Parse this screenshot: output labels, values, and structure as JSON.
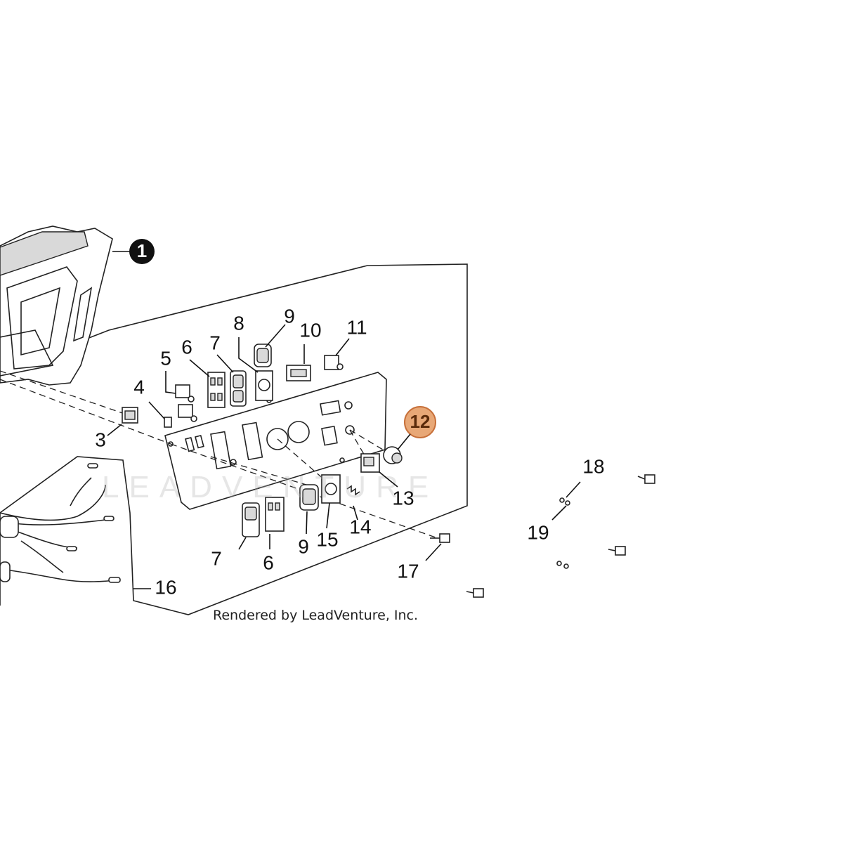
{
  "diagram": {
    "main_callout": "1",
    "highlighted_callout": "12",
    "highlight_color": "#e8a877",
    "highlight_border": "#c7703a",
    "callouts": [
      "3",
      "4",
      "5",
      "6",
      "7",
      "8",
      "9",
      "10",
      "11",
      "13",
      "7",
      "6",
      "9",
      "15",
      "14",
      "16",
      "17",
      "18",
      "19"
    ],
    "watermark": "LEADVENTURE",
    "credit": "Rendered by LeadVenture, Inc."
  }
}
